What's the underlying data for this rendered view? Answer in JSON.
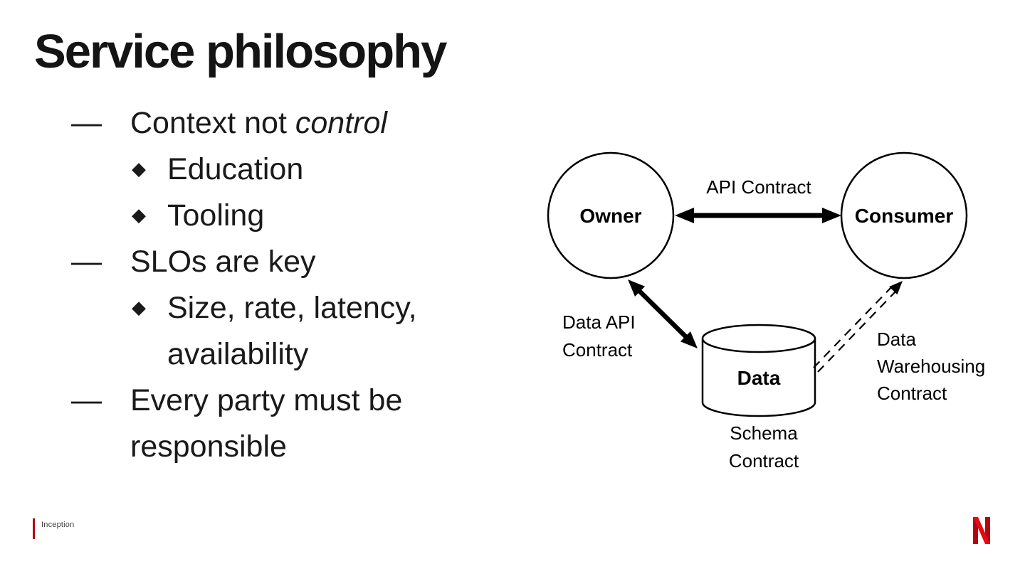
{
  "slide": {
    "title": "Service philosophy",
    "footer_label": "Inception",
    "colors": {
      "text": "#141414",
      "brand_red": "#e50914",
      "brand_red_dark": "#b1060f"
    }
  },
  "bullets": [
    {
      "marker": "—",
      "text": "Context not ",
      "italic": "control"
    },
    {
      "marker": "◆",
      "text": "Education"
    },
    {
      "marker": "◆",
      "text": "Tooling"
    },
    {
      "marker": "—",
      "text": "SLOs are key"
    },
    {
      "marker": "◆",
      "text": "Size, rate, latency, availability"
    },
    {
      "marker": "—",
      "text": "Every party must be responsible"
    }
  ],
  "diagram": {
    "nodes": {
      "owner": "Owner",
      "consumer": "Consumer",
      "data": "Data"
    },
    "labels": {
      "api_contract": "API Contract",
      "data_api_line1": "Data API",
      "data_api_line2": "Contract",
      "warehousing_line1": "Data",
      "warehousing_line2": "Warehousing",
      "warehousing_line3": "Contract",
      "schema_line1": "Schema",
      "schema_line2": "Contract"
    }
  }
}
